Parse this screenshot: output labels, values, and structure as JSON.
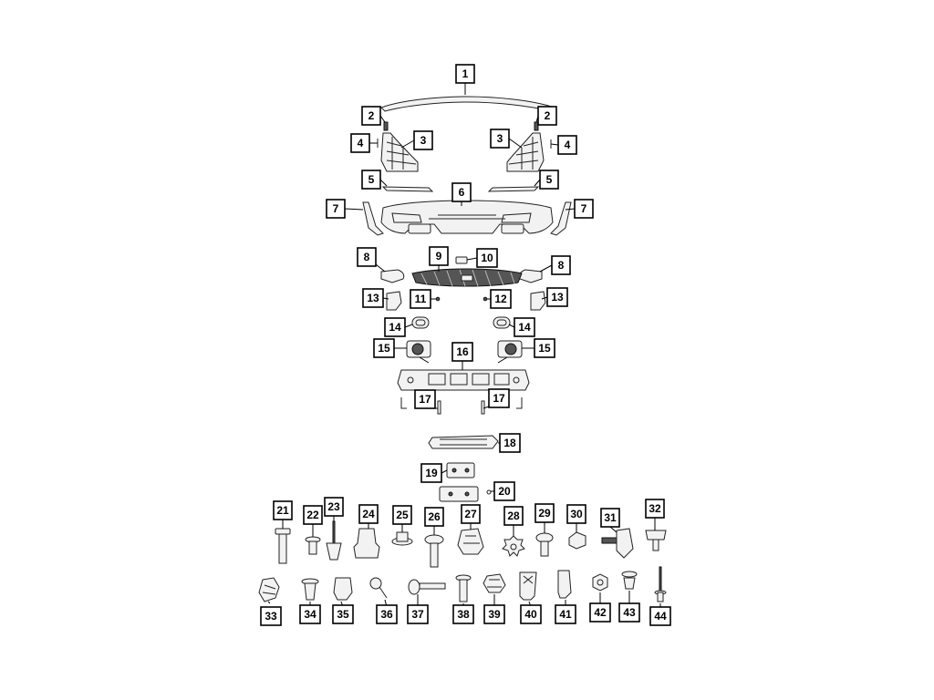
{
  "diagram": {
    "callouts": [
      {
        "id": "1",
        "label": "1"
      },
      {
        "id": "2a",
        "label": "2"
      },
      {
        "id": "2b",
        "label": "2"
      },
      {
        "id": "3a",
        "label": "3"
      },
      {
        "id": "3b",
        "label": "3"
      },
      {
        "id": "4a",
        "label": "4"
      },
      {
        "id": "4b",
        "label": "4"
      },
      {
        "id": "5a",
        "label": "5"
      },
      {
        "id": "5b",
        "label": "5"
      },
      {
        "id": "6",
        "label": "6"
      },
      {
        "id": "7a",
        "label": "7"
      },
      {
        "id": "7b",
        "label": "7"
      },
      {
        "id": "8a",
        "label": "8"
      },
      {
        "id": "8b",
        "label": "8"
      },
      {
        "id": "9",
        "label": "9"
      },
      {
        "id": "10",
        "label": "10"
      },
      {
        "id": "11",
        "label": "11"
      },
      {
        "id": "12",
        "label": "12"
      },
      {
        "id": "13a",
        "label": "13"
      },
      {
        "id": "13b",
        "label": "13"
      },
      {
        "id": "14a",
        "label": "14"
      },
      {
        "id": "14b",
        "label": "14"
      },
      {
        "id": "15a",
        "label": "15"
      },
      {
        "id": "15b",
        "label": "15"
      },
      {
        "id": "16",
        "label": "16"
      },
      {
        "id": "17a",
        "label": "17"
      },
      {
        "id": "17b",
        "label": "17"
      },
      {
        "id": "18",
        "label": "18"
      },
      {
        "id": "19",
        "label": "19"
      },
      {
        "id": "20",
        "label": "20"
      },
      {
        "id": "21",
        "label": "21"
      },
      {
        "id": "22",
        "label": "22"
      },
      {
        "id": "23",
        "label": "23"
      },
      {
        "id": "24",
        "label": "24"
      },
      {
        "id": "25",
        "label": "25"
      },
      {
        "id": "26",
        "label": "26"
      },
      {
        "id": "27",
        "label": "27"
      },
      {
        "id": "28",
        "label": "28"
      },
      {
        "id": "29",
        "label": "29"
      },
      {
        "id": "30",
        "label": "30"
      },
      {
        "id": "31",
        "label": "31"
      },
      {
        "id": "32",
        "label": "32"
      },
      {
        "id": "33",
        "label": "33"
      },
      {
        "id": "34",
        "label": "34"
      },
      {
        "id": "35",
        "label": "35"
      },
      {
        "id": "36",
        "label": "36"
      },
      {
        "id": "37",
        "label": "37"
      },
      {
        "id": "38",
        "label": "38"
      },
      {
        "id": "39",
        "label": "39"
      },
      {
        "id": "40",
        "label": "40"
      },
      {
        "id": "41",
        "label": "41"
      },
      {
        "id": "42",
        "label": "42"
      },
      {
        "id": "43",
        "label": "43"
      },
      {
        "id": "44",
        "label": "44"
      }
    ],
    "colors": {
      "line": "#000000",
      "fill": "#f2f2f2",
      "dark": "#555555",
      "background": "#ffffff"
    }
  }
}
